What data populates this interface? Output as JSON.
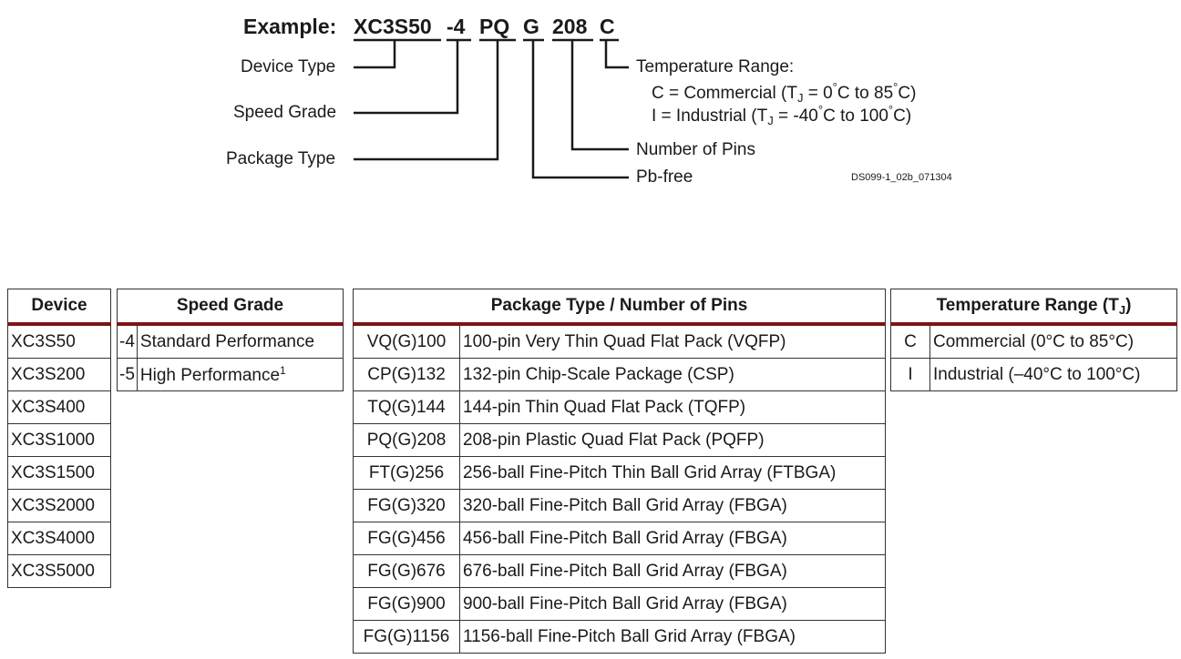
{
  "diagram": {
    "example_label": "Example:",
    "part_code": {
      "device": "XC3S50",
      "speed": "-4",
      "package": "PQ",
      "pb": "G",
      "pins": "208",
      "temp": "C"
    },
    "left_labels": {
      "device_type": "Device Type",
      "speed_grade": "Speed Grade",
      "package_type": "Package Type"
    },
    "right_labels": {
      "temperature_range": "Temperature Range:",
      "commercial": {
        "prefix": "C = Commercial (T",
        "sub": "J",
        "mid": " = 0",
        "deg1": "°",
        "mid2": "C to 85",
        "deg2": "°",
        "end": "C)"
      },
      "industrial": {
        "prefix": "I = Industrial (T",
        "sub": "J",
        "mid": " = -40",
        "deg1": "°",
        "mid2": "C to 100",
        "deg2": "°",
        "end": "C)"
      },
      "number_of_pins": "Number of Pins",
      "pb_free": "Pb-free"
    },
    "figure_id": "DS099-1_02b_071304"
  },
  "tables": {
    "device": {
      "header": "Device",
      "rows": [
        "XC3S50",
        "XC3S200",
        "XC3S400",
        "XC3S1000",
        "XC3S1500",
        "XC3S2000",
        "XC3S4000",
        "XC3S5000"
      ]
    },
    "speed": {
      "header": "Speed Grade",
      "rows": [
        {
          "code": "-4",
          "desc": "Standard Performance",
          "note": ""
        },
        {
          "code": "-5",
          "desc": "High Performance",
          "note": "1"
        }
      ]
    },
    "package": {
      "header": "Package Type / Number of Pins",
      "rows": [
        {
          "code": "VQ(G)100",
          "desc": "100-pin Very Thin Quad Flat Pack (VQFP)"
        },
        {
          "code": "CP(G)132",
          "desc": "132-pin Chip-Scale Package (CSP)"
        },
        {
          "code": "TQ(G)144",
          "desc": "144-pin Thin Quad Flat Pack (TQFP)"
        },
        {
          "code": "PQ(G)208",
          "desc": "208-pin Plastic Quad Flat Pack (PQFP)"
        },
        {
          "code": "FT(G)256",
          "desc": "256-ball Fine-Pitch Thin Ball Grid Array (FTBGA)"
        },
        {
          "code": "FG(G)320",
          "desc": "320-ball Fine-Pitch Ball Grid Array (FBGA)"
        },
        {
          "code": "FG(G)456",
          "desc": "456-ball Fine-Pitch Ball Grid Array (FBGA)"
        },
        {
          "code": "FG(G)676",
          "desc": "676-ball Fine-Pitch Ball Grid Array (FBGA)"
        },
        {
          "code": "FG(G)900",
          "desc": "900-ball Fine-Pitch Ball Grid Array (FBGA)"
        },
        {
          "code": "FG(G)1156",
          "desc": "1156-ball Fine-Pitch Ball Grid Array (FBGA)"
        }
      ]
    },
    "temperature": {
      "header": "Temperature Range (T",
      "header_sub": "J",
      "header_end": ")",
      "rows": [
        {
          "code": "C",
          "desc": "Commercial (0°C to 85°C)"
        },
        {
          "code": "I",
          "desc": "Industrial (–40°C to 100°C)"
        }
      ]
    }
  },
  "colors": {
    "header_rule": "#7b1416",
    "line": "#1a1a1a"
  }
}
